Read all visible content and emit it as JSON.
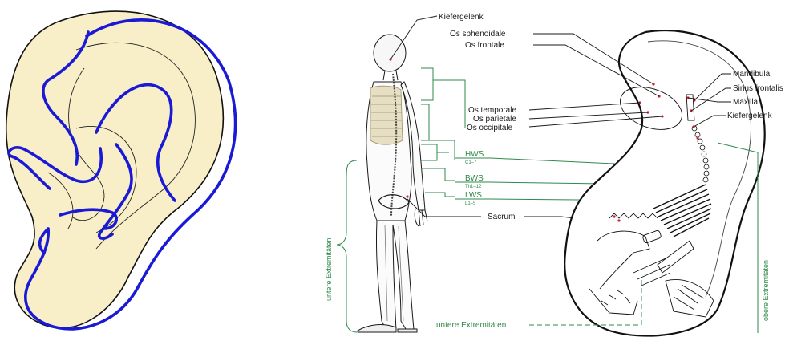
{
  "colors": {
    "ear_fill": "#f8efc9",
    "ear_zone_lines": "#1a1ad6",
    "green": "#2f8a4a",
    "ink": "#1a1a1a",
    "point_red": "#d4202a"
  },
  "labels": {
    "kiefergelenk_top": "Kiefergelenk",
    "os_sphenoidale": "Os sphenoidale",
    "os_frontale": "Os frontale",
    "os_temporale": "Os temporale",
    "os_parietale": "Os parietale",
    "os_occipitale": "Os occipitale",
    "mandibula": "Mandibula",
    "sinus_frontalis": "Sinus frontalis",
    "maxilla": "Maxilla",
    "kiefergelenk_right": "Kiefergelenk",
    "sacrum": "Sacrum"
  },
  "spine": {
    "hws": "HWS",
    "hws_sub": "C1–7",
    "bws": "BWS",
    "bws_sub": "Th1–12",
    "lws": "LWS",
    "lws_sub": "L1–5"
  },
  "extremities": {
    "untere_left": "untere Extremitäten",
    "untere_bottom": "untere Extremitäten",
    "obere_right": "obere Extremitäten"
  },
  "icons": {
    "ear": "ear-outline-icon",
    "body": "human-skeleton-figure-icon",
    "ear_map": "ear-somatotopy-map-icon"
  }
}
